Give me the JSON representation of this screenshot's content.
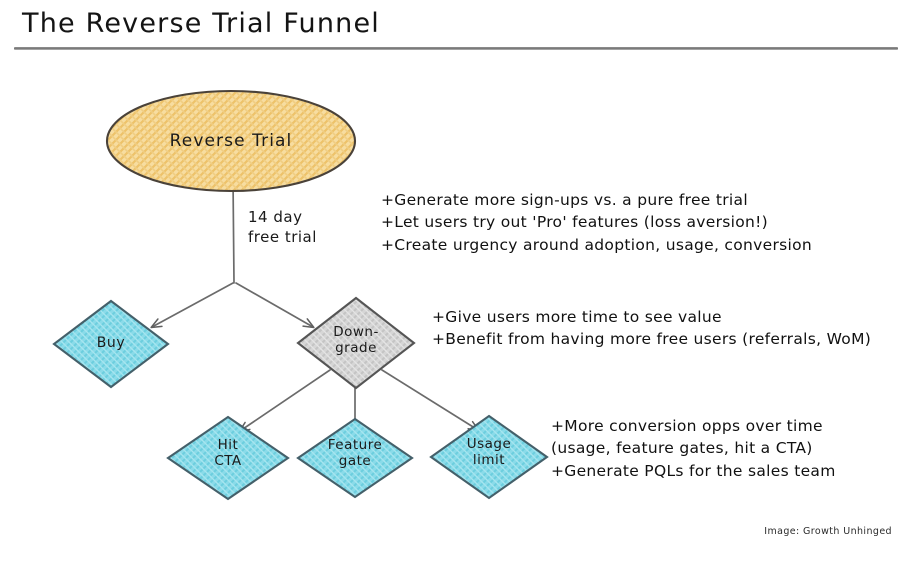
{
  "header": {
    "title": "The Reverse Trial Funnel"
  },
  "credit": "Image: Growth Unhinged",
  "colors": {
    "background": "#ffffff",
    "ellipse_fill": "#f5d68a",
    "ellipse_stroke": "#4a4239",
    "diamond_cyan_fill": "#7fd8e8",
    "diamond_cyan_stroke": "#3f5d66",
    "diamond_gray_fill": "#d3d3d3",
    "diamond_gray_stroke": "#555555",
    "connector": "#6b6b6b",
    "text": "#111111",
    "rule": "#7a7a7a"
  },
  "nodes": {
    "root": {
      "label": "Reverse Trial",
      "shape": "ellipse",
      "fill": "#f5d68a"
    },
    "buy": {
      "label": "Buy",
      "shape": "diamond",
      "fill": "#7fd8e8"
    },
    "downgrade": {
      "label": "Down-\ngrade",
      "shape": "diamond",
      "fill": "#d3d3d3"
    },
    "hit_cta": {
      "label": "Hit\nCTA",
      "shape": "diamond",
      "fill": "#7fd8e8"
    },
    "feature_gate": {
      "label": "Feature\ngate",
      "shape": "diamond",
      "fill": "#7fd8e8"
    },
    "usage_limit": {
      "label": "Usage\nlimit",
      "shape": "diamond",
      "fill": "#7fd8e8"
    }
  },
  "edges": {
    "trial_label": "14 day\nfree trial"
  },
  "annotations": {
    "trial": [
      "+Generate more sign-ups vs. a pure free trial",
      "+Let users try out 'Pro' features (loss aversion!)",
      "+Create urgency around adoption, usage, conversion"
    ],
    "downgrade": [
      "+Give users more time to see value",
      "+Benefit from having more free users (referrals, WoM)"
    ],
    "outcomes": [
      "+More conversion opps over time",
      "(usage, feature gates, hit a CTA)",
      "+Generate PQLs for the sales team"
    ]
  }
}
